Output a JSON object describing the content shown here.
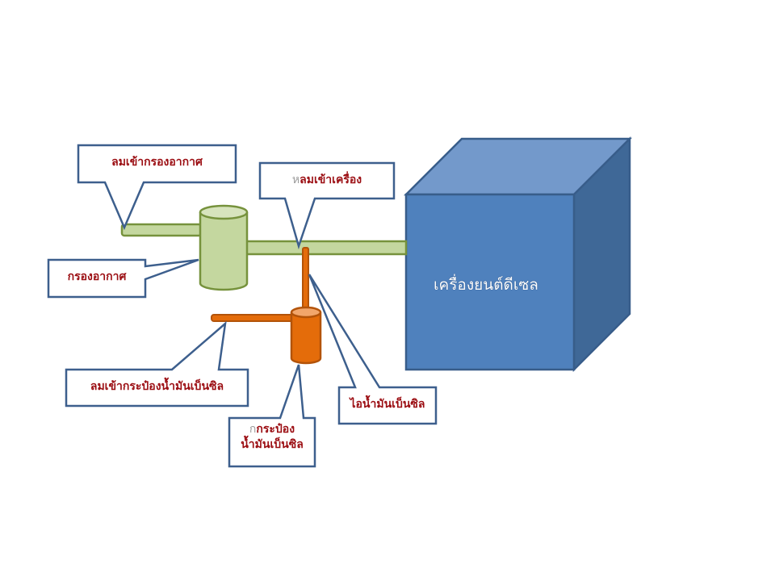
{
  "diagram": {
    "title": "Diesel engine with benzene vapor intake",
    "colors": {
      "callout_border": "#3d5f8d",
      "callout_text": "#9b0d12",
      "filter_fill": "#c4d79f",
      "filter_stroke": "#76923c",
      "can_fill": "#e46c0a",
      "can_stroke": "#b35309",
      "engine_front": "#4f81bd",
      "engine_top": "#7399cb",
      "engine_side": "#3f6897",
      "engine_stroke": "#385d8a"
    },
    "engine": {
      "label": "เครื่องยนต์ดีเซล"
    },
    "callouts": {
      "air_to_filter": {
        "text": "ลมเข้ากรองอากาศ"
      },
      "air_to_engine": {
        "prefix": "ห",
        "text": "ลมเข้าเครื่อง"
      },
      "air_filter": {
        "text": "กรองอากาศ"
      },
      "air_to_benzene_can": {
        "text": "ลมเข้ากระป๋องน้ำมันเบ็นซิล"
      },
      "benzene_can": {
        "prefix": "ก",
        "line1": "กระป๋อง",
        "line2": "น้ำมันเบ็นซิล"
      },
      "benzene_vapor": {
        "text": "ไอน้ำมันเบ็นซิล"
      }
    }
  }
}
